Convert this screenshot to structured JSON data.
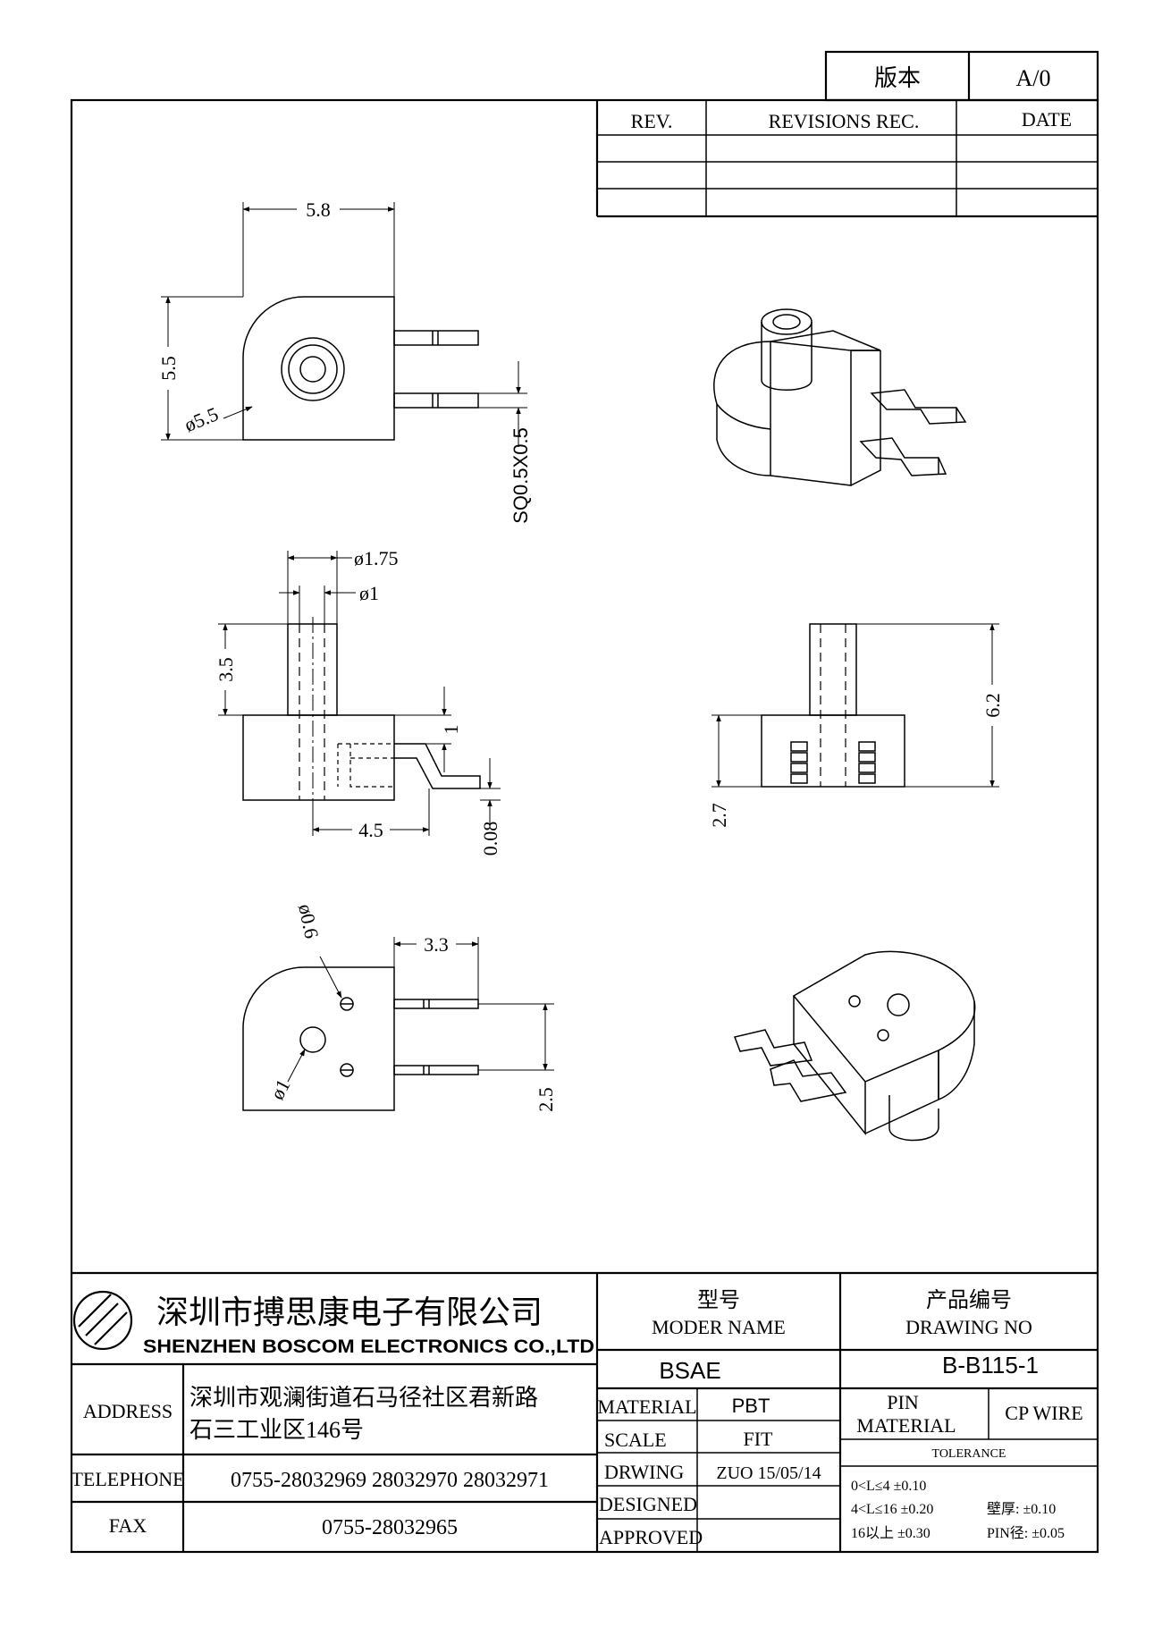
{
  "version_block": {
    "label": "版本",
    "value": "A/0"
  },
  "revision_table": {
    "headers": [
      "REV.",
      "REVISIONS REC.",
      "DATE"
    ],
    "rows": [
      [
        "",
        "",
        ""
      ],
      [
        "",
        "",
        ""
      ],
      [
        "",
        "",
        ""
      ]
    ]
  },
  "dimensions": {
    "top_width": "5.8",
    "top_height": "5.5",
    "top_diameter": "ø5.5",
    "pin_section": "SQ0.5X0.5",
    "side_tube_outer": "ø1.75",
    "side_tube_inner": "ø1",
    "side_tube_height": "3.5",
    "side_step": "1",
    "side_pin_length": "4.5",
    "side_pin_offset": "0.08",
    "front_body_height": "2.7",
    "front_total_height": "6.2",
    "bottom_pin_length": "3.3",
    "bottom_pin_pitch": "2.5",
    "bottom_small_hole": "ø0.6",
    "bottom_center_hole": "ø1"
  },
  "title_block": {
    "company_cn": "深圳市搏思康电子有限公司",
    "company_en": "SHENZHEN BOSCOM ELECTRONICS CO.,LTD",
    "address_label": "ADDRESS",
    "address_line1": "深圳市观澜街道石马径社区君新路",
    "address_line2": "石三工业区146号",
    "telephone_label": "TELEPHONE",
    "telephone": "0755-28032969 28032970 28032971",
    "fax_label": "FAX",
    "fax": "0755-28032965",
    "model_label_cn": "型号",
    "model_label_en": "MODER NAME",
    "model_value": "BSAE",
    "drawing_label_cn": "产品编号",
    "drawing_label_en": "DRAWING NO",
    "drawing_value": "B-B115-1",
    "material_label": "MATERIAL",
    "material_value": "PBT",
    "scale_label": "SCALE",
    "scale_value": "FIT",
    "drwing_label": "DRWING",
    "drwing_value": "ZUO 15/05/14",
    "designed_label": "DESIGNED",
    "approved_label": "APPROVED",
    "pin_material_label_1": "PIN",
    "pin_material_label_2": "MATERIAL",
    "pin_material_value": "CP WIRE",
    "tolerance_label": "TOLERANCE",
    "tolerance_row1": "0<L≤4  ±0.10",
    "tolerance_row2": "4<L≤16  ±0.20",
    "tolerance_row3": "16以上     ±0.30",
    "wall_thickness": "壁厚:   ±0.10",
    "pin_diameter": "PIN径: ±0.05"
  }
}
